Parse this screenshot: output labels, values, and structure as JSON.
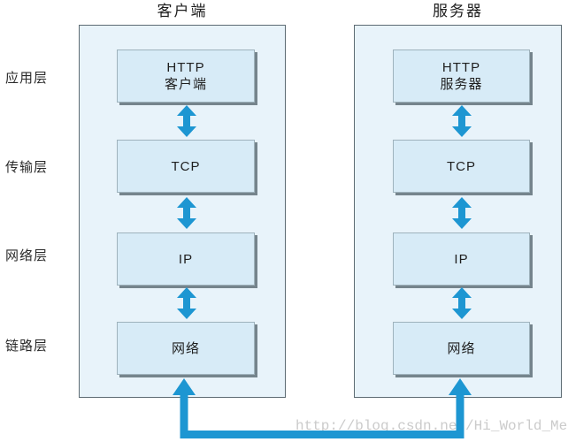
{
  "diagram": {
    "layer_labels": [
      "应用层",
      "传输层",
      "网络层",
      "链路层"
    ],
    "columns": [
      {
        "title": "客户端",
        "boxes": [
          "HTTP\n客户端",
          "TCP",
          "IP",
          "网络"
        ]
      },
      {
        "title": "服务器",
        "boxes": [
          "HTTP\n服务器",
          "TCP",
          "IP",
          "网络"
        ]
      }
    ],
    "watermark": "http://blog.csdn.net/Hi_World_Me",
    "colors": {
      "arrow": "#1d96d2",
      "panel_bg": "#e8f3fa",
      "panel_border": "#5d6b73",
      "box_bg": "#d7ebf7",
      "box_border": "#9eb2bc",
      "box_shadow": "#75848c",
      "text": "#1f1f1f",
      "watermark_text": "#cbcbcb"
    }
  }
}
